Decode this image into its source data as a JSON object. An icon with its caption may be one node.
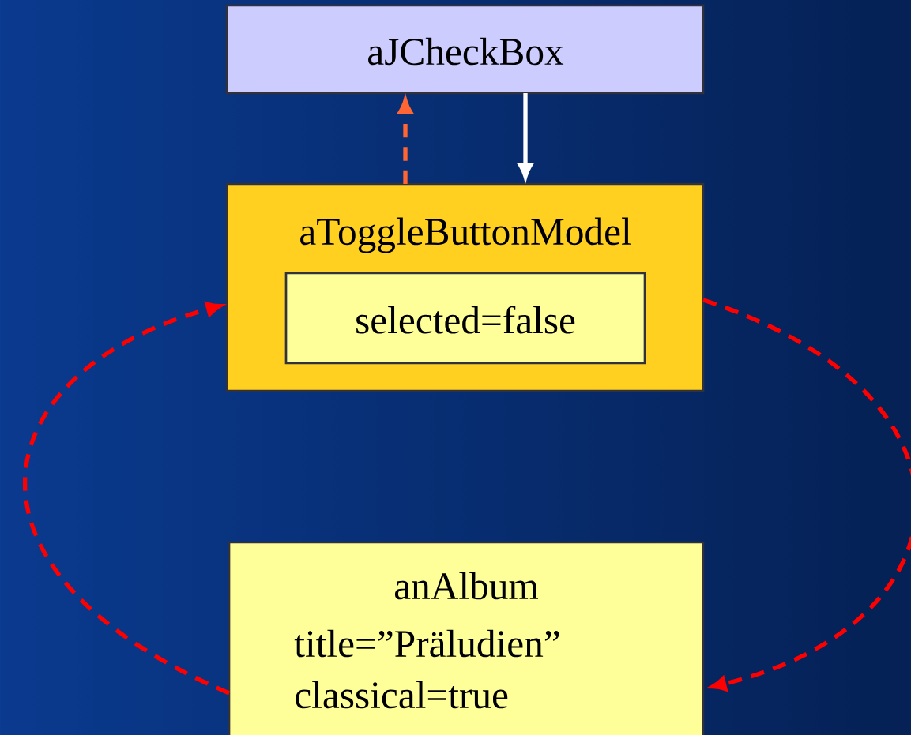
{
  "diagram": {
    "nodes": [
      {
        "text": [
          "aJCheckBox"
        ]
      },
      {
        "text": [
          "aToggleButtonModel"
        ]
      },
      {
        "text": [
          "selected=false"
        ],
        "in": 1
      },
      {
        "text": [
          "anAlbum",
          "title=”Präludien”",
          "classical=true"
        ]
      }
    ],
    "edges": [
      {
        "from": 1,
        "to": 0,
        "arrow": "to",
        "style": "dashed",
        "color": "#ff6633"
      },
      {
        "from": 0,
        "to": 1,
        "arrow": "to",
        "color": "#ffffff"
      },
      {
        "from": 3,
        "to": 1,
        "arrow": "to",
        "style": "dashed"
      },
      {
        "from": 1,
        "to": 3,
        "arrow": "to",
        "style": "dashed"
      }
    ]
  }
}
